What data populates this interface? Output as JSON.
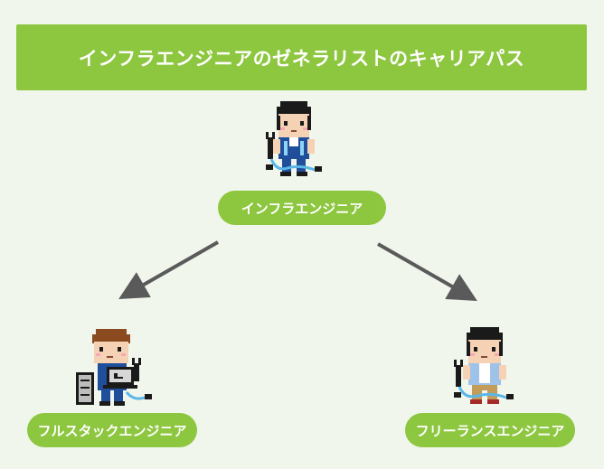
{
  "title": "インフラエンジニアのゼネラリストのキャリアパス",
  "nodes": {
    "root": {
      "label": "インフラエンジニア"
    },
    "left": {
      "label": "フルスタックエンジニア"
    },
    "right": {
      "label": "フリーランスエンジニア"
    }
  },
  "colors": {
    "accent": "#8dc63f",
    "background": "#f1f6ec",
    "arrow": "#5a5a5a",
    "label_text": "#ffffff"
  },
  "icons": {
    "root": "engineer-with-wrench-icon",
    "left": "engineer-with-laptop-and-server-icon",
    "right": "engineer-with-wrench-icon"
  }
}
